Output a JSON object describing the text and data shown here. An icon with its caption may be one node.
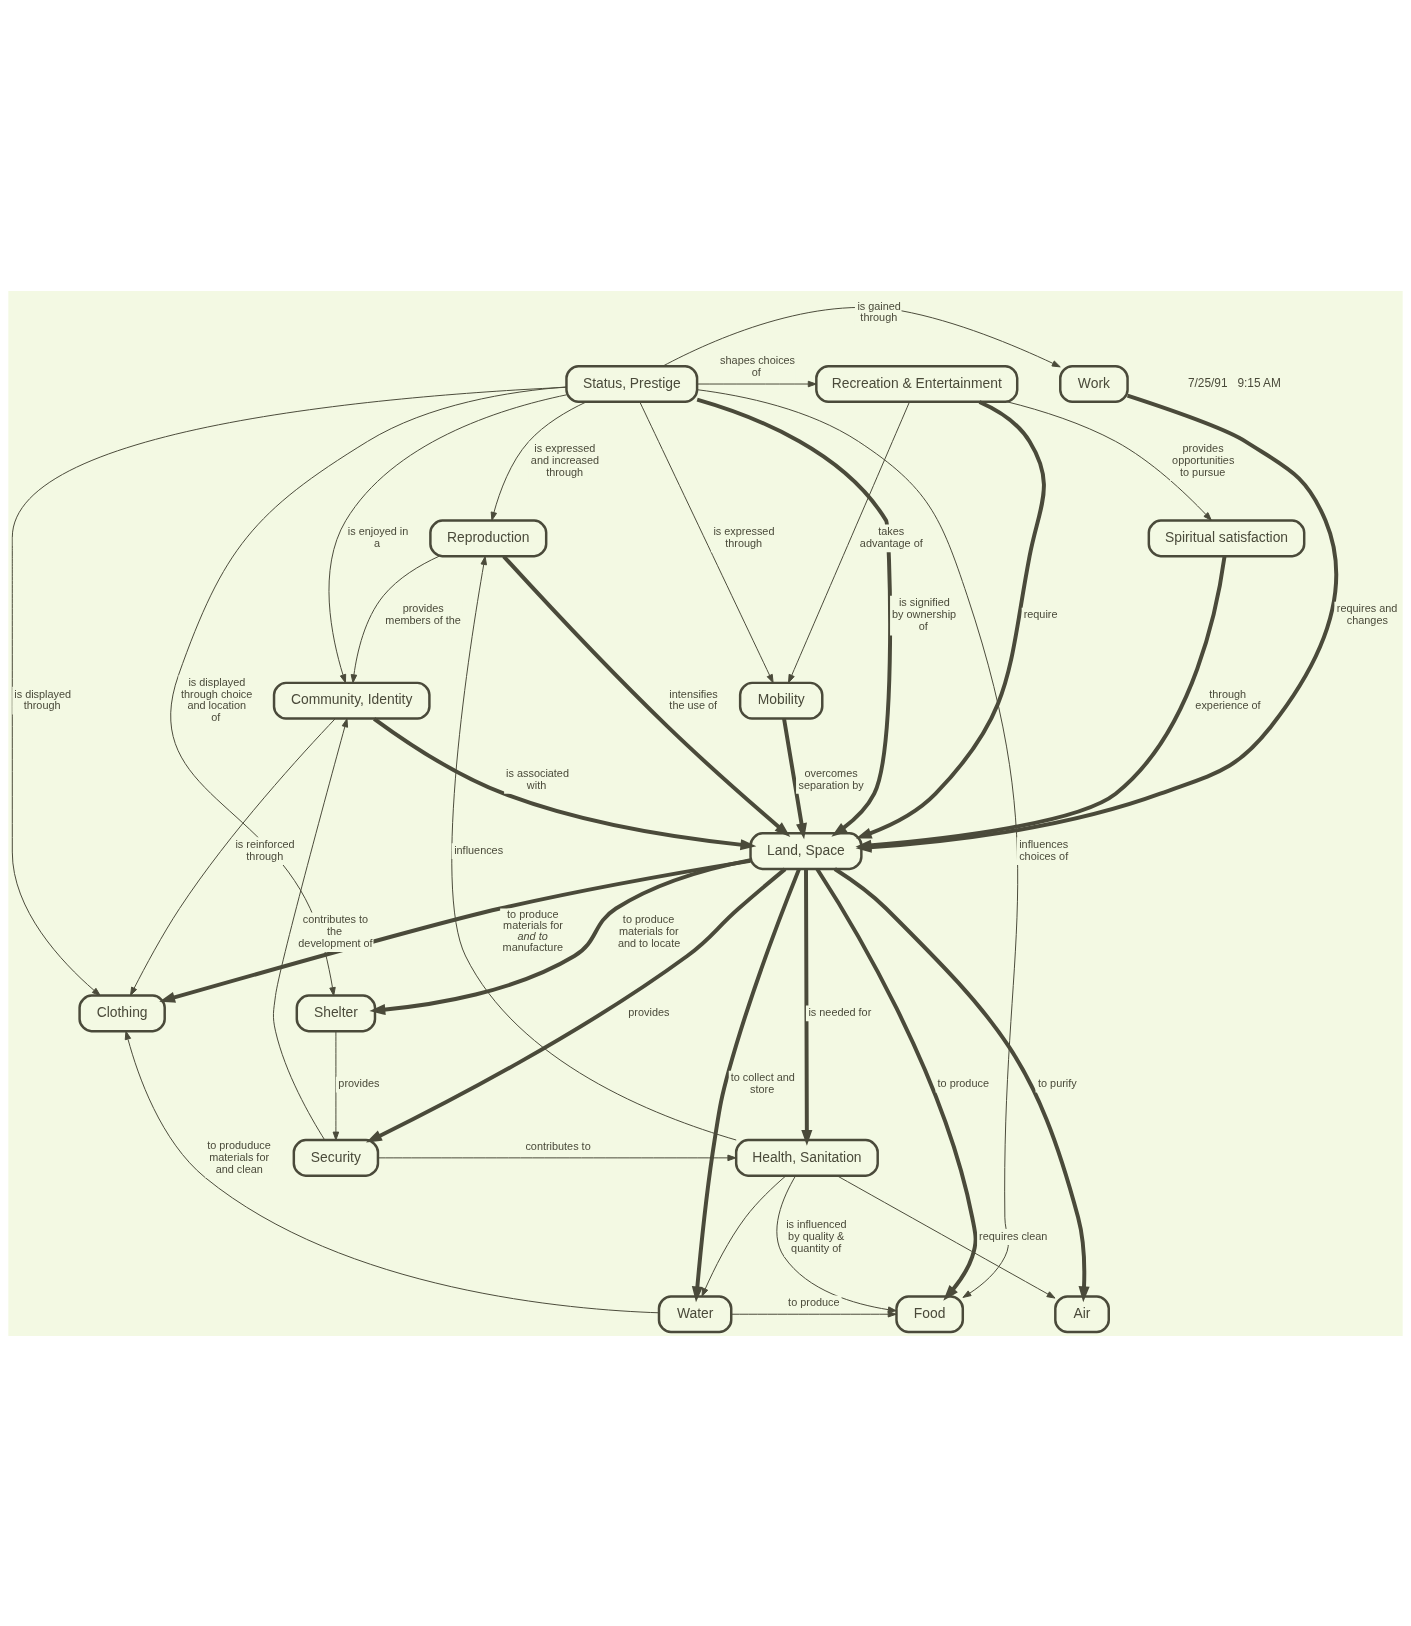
{
  "diagram": {
    "nodes": [
      {
        "text": [
          "Status, Prestige"
        ]
      },
      {
        "text": [
          "Work"
        ]
      },
      {
        "text": [
          "Recreation & Entertainment"
        ]
      },
      {
        "text": [
          "Reproduction"
        ]
      },
      {
        "text": [
          "Spiritual satisfaction"
        ]
      },
      {
        "text": [
          "Community, Identity"
        ]
      },
      {
        "text": [
          "Mobility"
        ]
      },
      {
        "text": [
          "Land, Space"
        ]
      },
      {
        "text": [
          "Clothing"
        ]
      },
      {
        "text": [
          "Shelter"
        ]
      },
      {
        "text": [
          "Health, Sanitation"
        ]
      },
      {
        "text": [
          "Security"
        ]
      },
      {
        "text": [
          "Food"
        ]
      },
      {
        "text": [
          "Air"
        ]
      },
      {
        "text": [
          "Water"
        ]
      }
    ],
    "edges": [
      {
        "from": 0,
        "to": 1,
        "arrow": "to",
        "label": "is gained through"
      },
      {
        "from": 0,
        "to": 2,
        "arrow": "to",
        "label": "shapes choices of"
      },
      {
        "from": 0,
        "to": 3,
        "arrow": "to",
        "label": "is expressed and increased through"
      },
      {
        "from": 0,
        "to": 5,
        "arrow": "to",
        "label": "is enjoyed in a"
      },
      {
        "from": 0,
        "to": 8,
        "arrow": "to",
        "label": "is displayed through"
      },
      {
        "from": 0,
        "to": 12,
        "arrow": "to",
        "label": "influences choices of"
      },
      {
        "from": 0,
        "to": 7,
        "arrow": "to",
        "label": "is signified by ownership of",
        "style": "thick"
      },
      {
        "from": 0,
        "to": 6,
        "arrow": "to",
        "label": "is expressed through"
      },
      {
        "from": 0,
        "to": 9,
        "arrow": "to",
        "label": "is displayed through choice and location of"
      },
      {
        "from": 1,
        "to": 7,
        "arrow": "to",
        "label": "requires and changes",
        "style": "thick"
      },
      {
        "from": 2,
        "to": 7,
        "arrow": "to",
        "label": "require",
        "style": "thick"
      },
      {
        "from": 2,
        "to": 4,
        "arrow": "to",
        "label": "provides opportunities to pursue"
      },
      {
        "from": 2,
        "to": 6,
        "arrow": "to",
        "label": "takes advantage of"
      },
      {
        "from": 4,
        "to": 7,
        "arrow": "to",
        "label": "through experience of",
        "style": "thick"
      },
      {
        "from": 6,
        "to": 7,
        "arrow": "to",
        "label": "overcomes separation by",
        "style": "thick"
      },
      {
        "from": 3,
        "to": 7,
        "arrow": "to",
        "label": "intensifies the use of",
        "style": "thick"
      },
      {
        "from": 3,
        "to": 5,
        "arrow": "to",
        "label": "provides members of the"
      },
      {
        "from": 5,
        "to": 7,
        "arrow": "to",
        "label": "is associated with",
        "style": "thick"
      },
      {
        "from": 5,
        "to": 8,
        "arrow": "to",
        "label": "is reinforced through"
      },
      {
        "from": 10,
        "to": 3,
        "arrow": "to",
        "label": "influences"
      },
      {
        "from": 7,
        "to": 8,
        "arrow": "to",
        "label": "to produce materials for *and to* manufacture",
        "style": "thick"
      },
      {
        "from": 7,
        "to": 9,
        "arrow": "to",
        "label": "to produce materials for and to locate",
        "style": "thick"
      },
      {
        "from": 7,
        "to": 10,
        "arrow": "to",
        "label": "is needed for",
        "style": "thick"
      },
      {
        "from": 7,
        "to": 12,
        "arrow": "to",
        "label": "to produce",
        "style": "thick"
      },
      {
        "from": 7,
        "to": 13,
        "arrow": "to",
        "label": "to purify",
        "style": "thick"
      },
      {
        "from": 7,
        "to": 14,
        "arrow": "to",
        "label": "to collect and store",
        "style": "thick"
      },
      {
        "from": 7,
        "to": 11,
        "arrow": "to",
        "label": "provides",
        "style": "thick"
      },
      {
        "from": 9,
        "to": 11,
        "arrow": "to",
        "label": "provides"
      },
      {
        "from": 11,
        "to": 5,
        "arrow": "to",
        "label": "contributes to the development of"
      },
      {
        "from": 10,
        "to": 12,
        "arrow": "to",
        "label": "is influenced by quality & quantity of"
      },
      {
        "from": 14,
        "to": 8,
        "arrow": "to",
        "label": "to produduce materials for and clean"
      },
      {
        "from": 10,
        "to": 13,
        "arrow": "to",
        "label": "requires clean"
      },
      {
        "from": 10,
        "to": 14,
        "arrow": "to"
      },
      {
        "from": 14,
        "to": 12,
        "arrow": "to",
        "label": "to produce"
      },
      {
        "from": 11,
        "to": 10,
        "arrow": "to",
        "label": "contributes to"
      }
    ],
    "labels": [
      "7/25/91   9:15 AM"
    ]
  }
}
